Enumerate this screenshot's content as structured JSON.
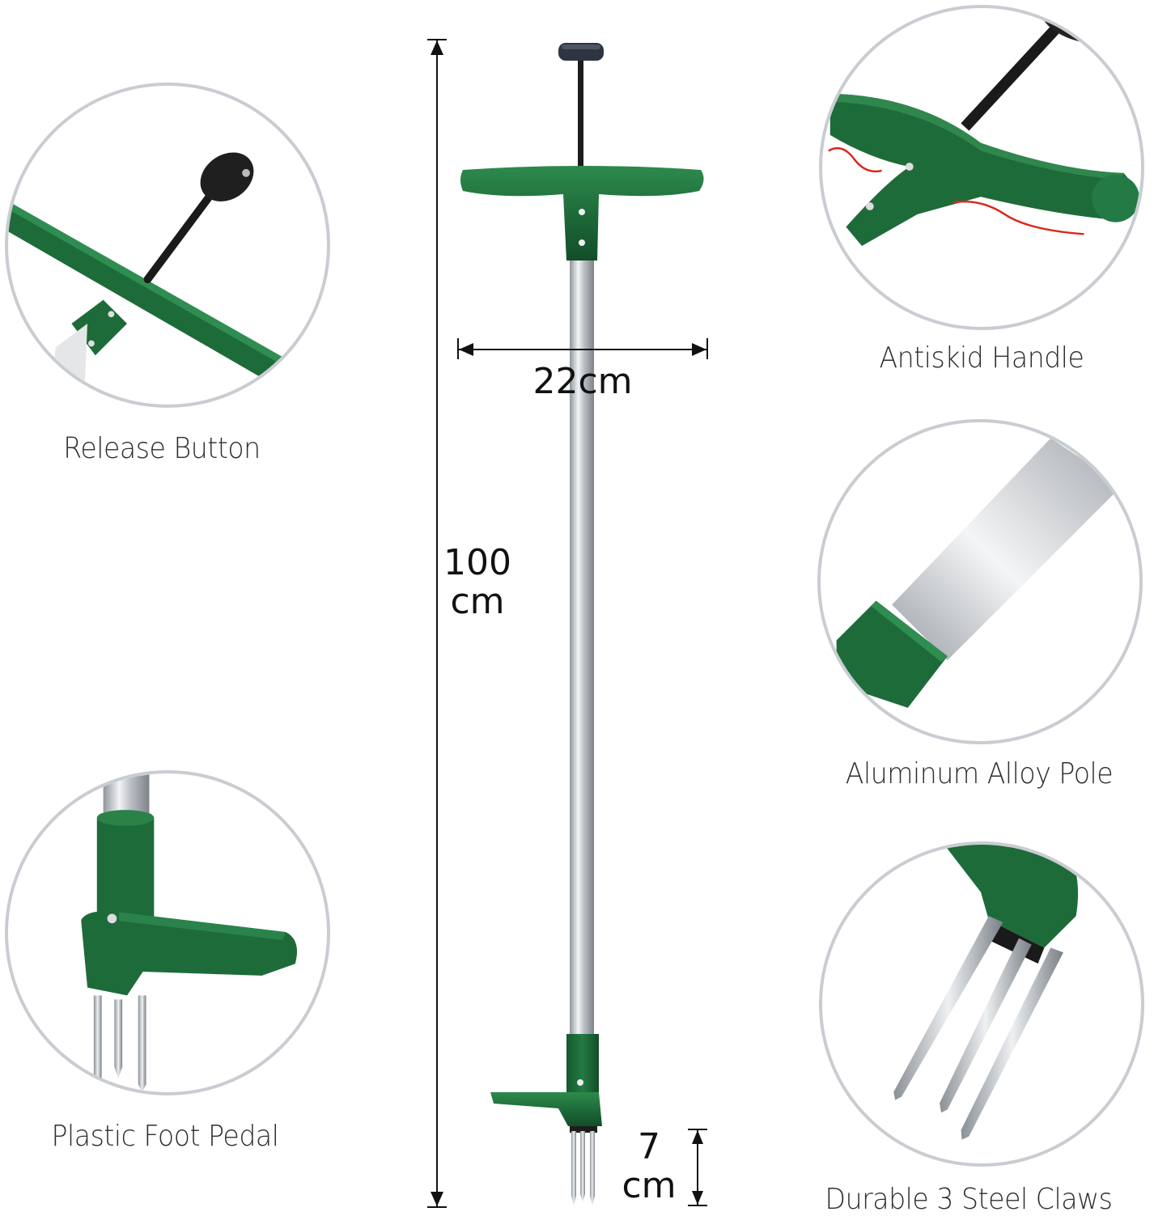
{
  "features": [
    {
      "id": "release-button",
      "caption": "Release Button"
    },
    {
      "id": "antiskid-handle",
      "caption": "Antiskid Handle"
    },
    {
      "id": "aluminum-alloy-pole",
      "caption": "Aluminum Alloy Pole"
    },
    {
      "id": "plastic-foot-pedal",
      "caption": "Plastic Foot Pedal"
    },
    {
      "id": "steel-claws",
      "caption": "Durable 3 Steel Claws"
    }
  ],
  "dimensions": {
    "height_value": "100",
    "height_unit": "cm",
    "handle_width": "22cm",
    "claw_length_value": "7",
    "claw_length_unit": "cm"
  },
  "colors": {
    "product_green": "#1e6b3a",
    "circle_border": "#c9cdd2",
    "pole_silver": "#c8ccd0",
    "text": "#2e2e2e"
  }
}
